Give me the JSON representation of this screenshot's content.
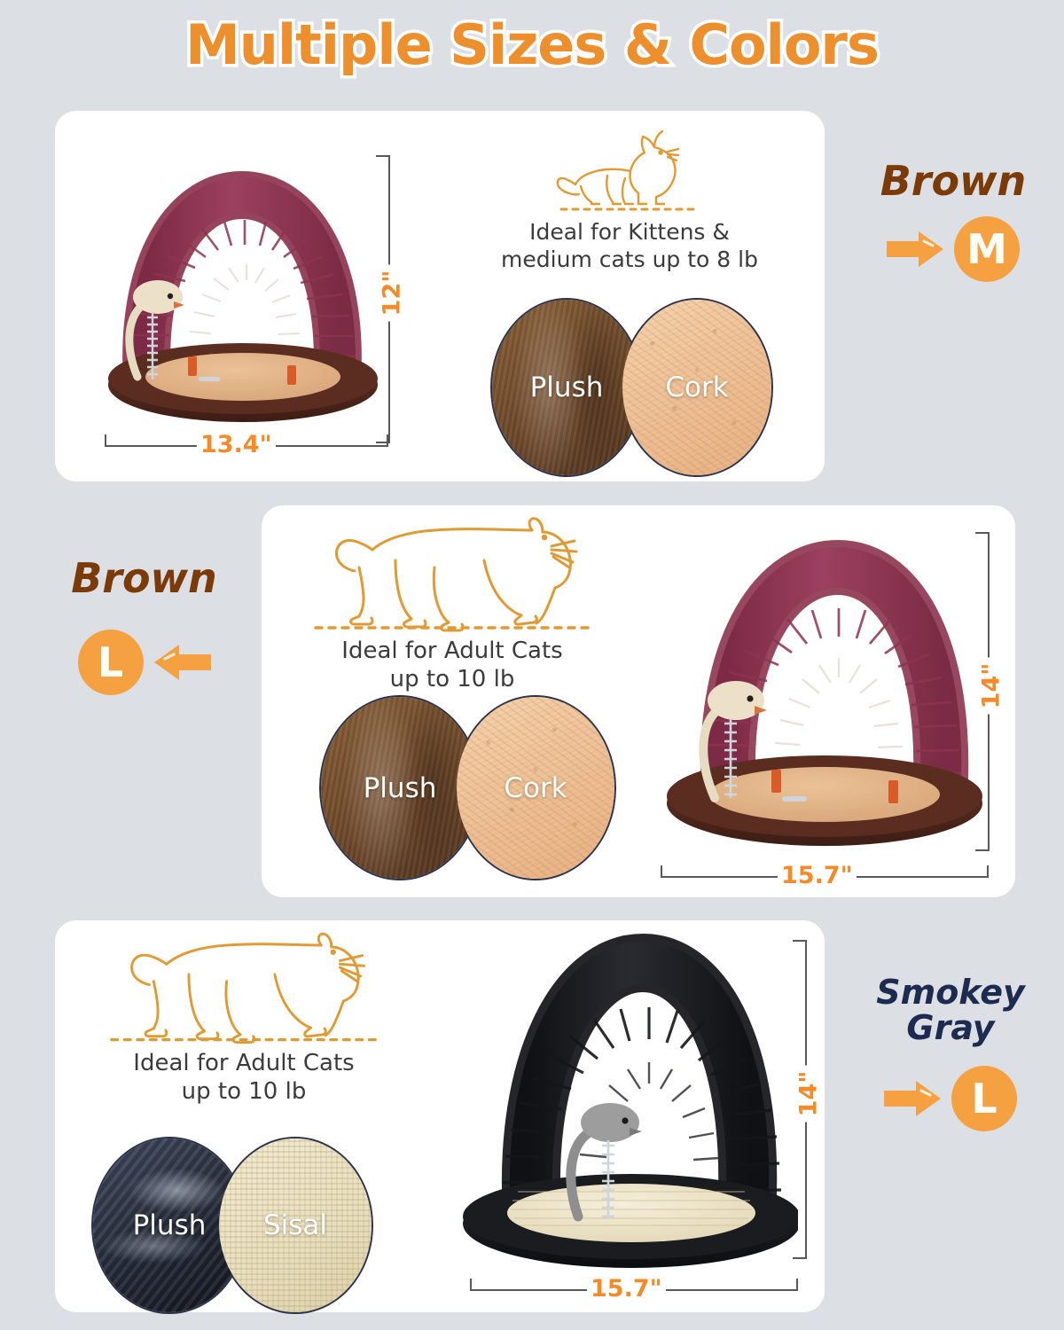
{
  "header": {
    "title": "Multiple Sizes & Colors"
  },
  "theme": {
    "page_bg": "#dcdfe4",
    "card_bg": "#ffffff",
    "accent_orange": "#ee8f2e",
    "badge_orange": "#f5a142",
    "brown_text": "#7a3b08",
    "gray_text": "#1d2b50",
    "body_text": "#3b3b3b",
    "dim_line": "#58585a",
    "dim_label": "#f58a28"
  },
  "cards": [
    {
      "id": "card-medium-brown",
      "cat_icon": "cat-sitting-icon",
      "ideal_text": "Ideal for Kittens &\nmedium cats up to 8 lb",
      "materials": [
        {
          "name": "Plush",
          "icon": "swatch-plush-brown"
        },
        {
          "name": "Cork",
          "icon": "swatch-cork"
        }
      ],
      "dimensions": {
        "height": "12\"",
        "width": "13.4\""
      },
      "color_label": "Brown",
      "size_label": "M",
      "arrow_direction": "right",
      "product_colors": {
        "bristle": "#8d3350",
        "base_pad": "#e0b184",
        "rim": "#4a2318",
        "mouse": "#ece0c8"
      }
    },
    {
      "id": "card-large-brown",
      "cat_icon": "cat-walking-icon",
      "ideal_text": "Ideal for Adult Cats\nup to 10 lb",
      "materials": [
        {
          "name": "Plush",
          "icon": "swatch-plush-brown"
        },
        {
          "name": "Cork",
          "icon": "swatch-cork"
        }
      ],
      "dimensions": {
        "height": "14\"",
        "width": "15.7\""
      },
      "color_label": "Brown",
      "size_label": "L",
      "arrow_direction": "left",
      "product_colors": {
        "bristle": "#8d3350",
        "base_pad": "#e0b184",
        "rim": "#4a2318",
        "mouse": "#ece0c8"
      }
    },
    {
      "id": "card-large-gray",
      "cat_icon": "cat-walking-icon",
      "ideal_text": "Ideal for Adult Cats\nup to 10 lb",
      "materials": [
        {
          "name": "Plush",
          "icon": "swatch-plush-gray"
        },
        {
          "name": "Sisal",
          "icon": "swatch-sisal"
        }
      ],
      "dimensions": {
        "height": "14\"",
        "width": "15.7\""
      },
      "color_label": "Smokey Gray",
      "size_label": "L",
      "arrow_direction": "right",
      "product_colors": {
        "bristle": "#15161a",
        "base_pad": "#efe7cd",
        "rim": "#17181c",
        "mouse": "#9a9a9a"
      }
    }
  ]
}
